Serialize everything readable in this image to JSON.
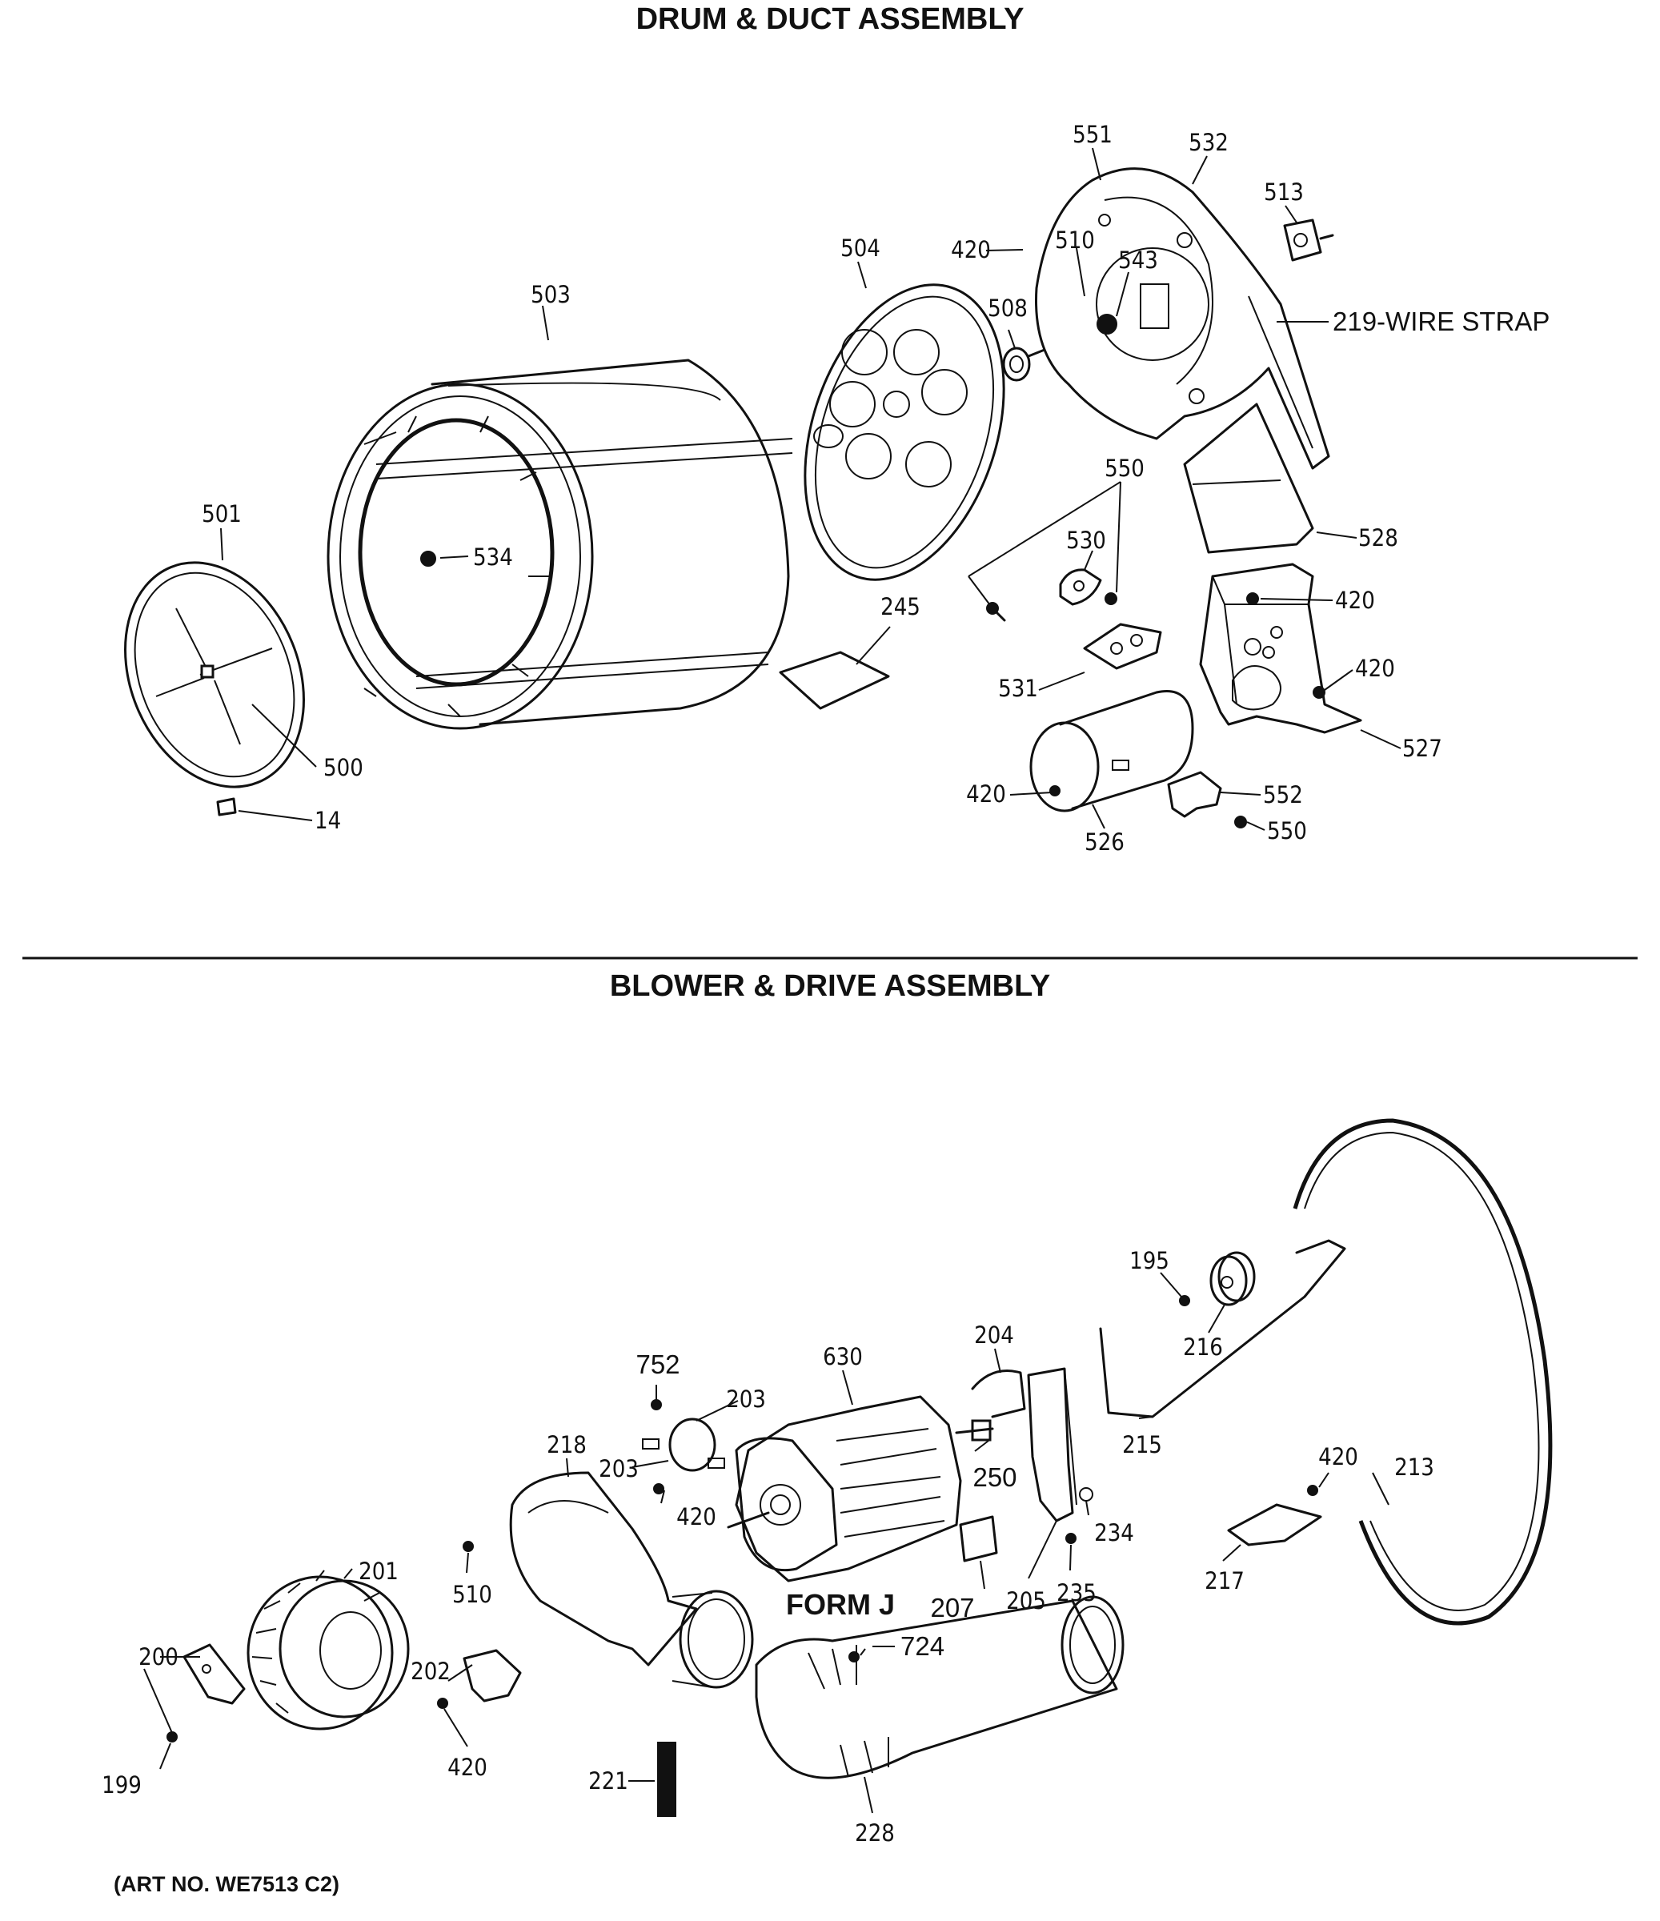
{
  "sections": {
    "drum_title": "DRUM & DUCT ASSEMBLY",
    "blower_title": "BLOWER & DRIVE ASSEMBLY"
  },
  "labels": {
    "p551": "551",
    "p532": "532",
    "p513": "513",
    "p504": "504",
    "p420a": "420",
    "p510a": "510",
    "p543": "543",
    "p219": "219-WIRE STRAP",
    "p503": "503",
    "p508": "508",
    "p550a": "550",
    "p528": "528",
    "p501": "501",
    "p534": "534",
    "p530": "530",
    "p245": "245",
    "p420b": "420",
    "p420c": "420",
    "p531": "531",
    "p527": "527",
    "p500": "500",
    "p14": "14",
    "p420d": "420",
    "p552": "552",
    "p550b": "550",
    "p526": "526",
    "p195": "195",
    "p216": "216",
    "p204": "204",
    "p630": "630",
    "p752": "752",
    "p203a": "203",
    "p203b": "203",
    "p215": "215",
    "p250": "250",
    "p420e": "420",
    "p213": "213",
    "p218": "218",
    "p420f": "420",
    "p234": "234",
    "p201": "201",
    "p510b": "510",
    "p207": "207",
    "p205": "205",
    "p235": "235",
    "p217": "217",
    "p200": "200",
    "p202": "202",
    "p724": "724",
    "p199": "199",
    "p420g": "420",
    "p221": "221",
    "p228": "228"
  },
  "form_label": "FORM J",
  "art_number": "(ART NO. WE7513 C2)"
}
